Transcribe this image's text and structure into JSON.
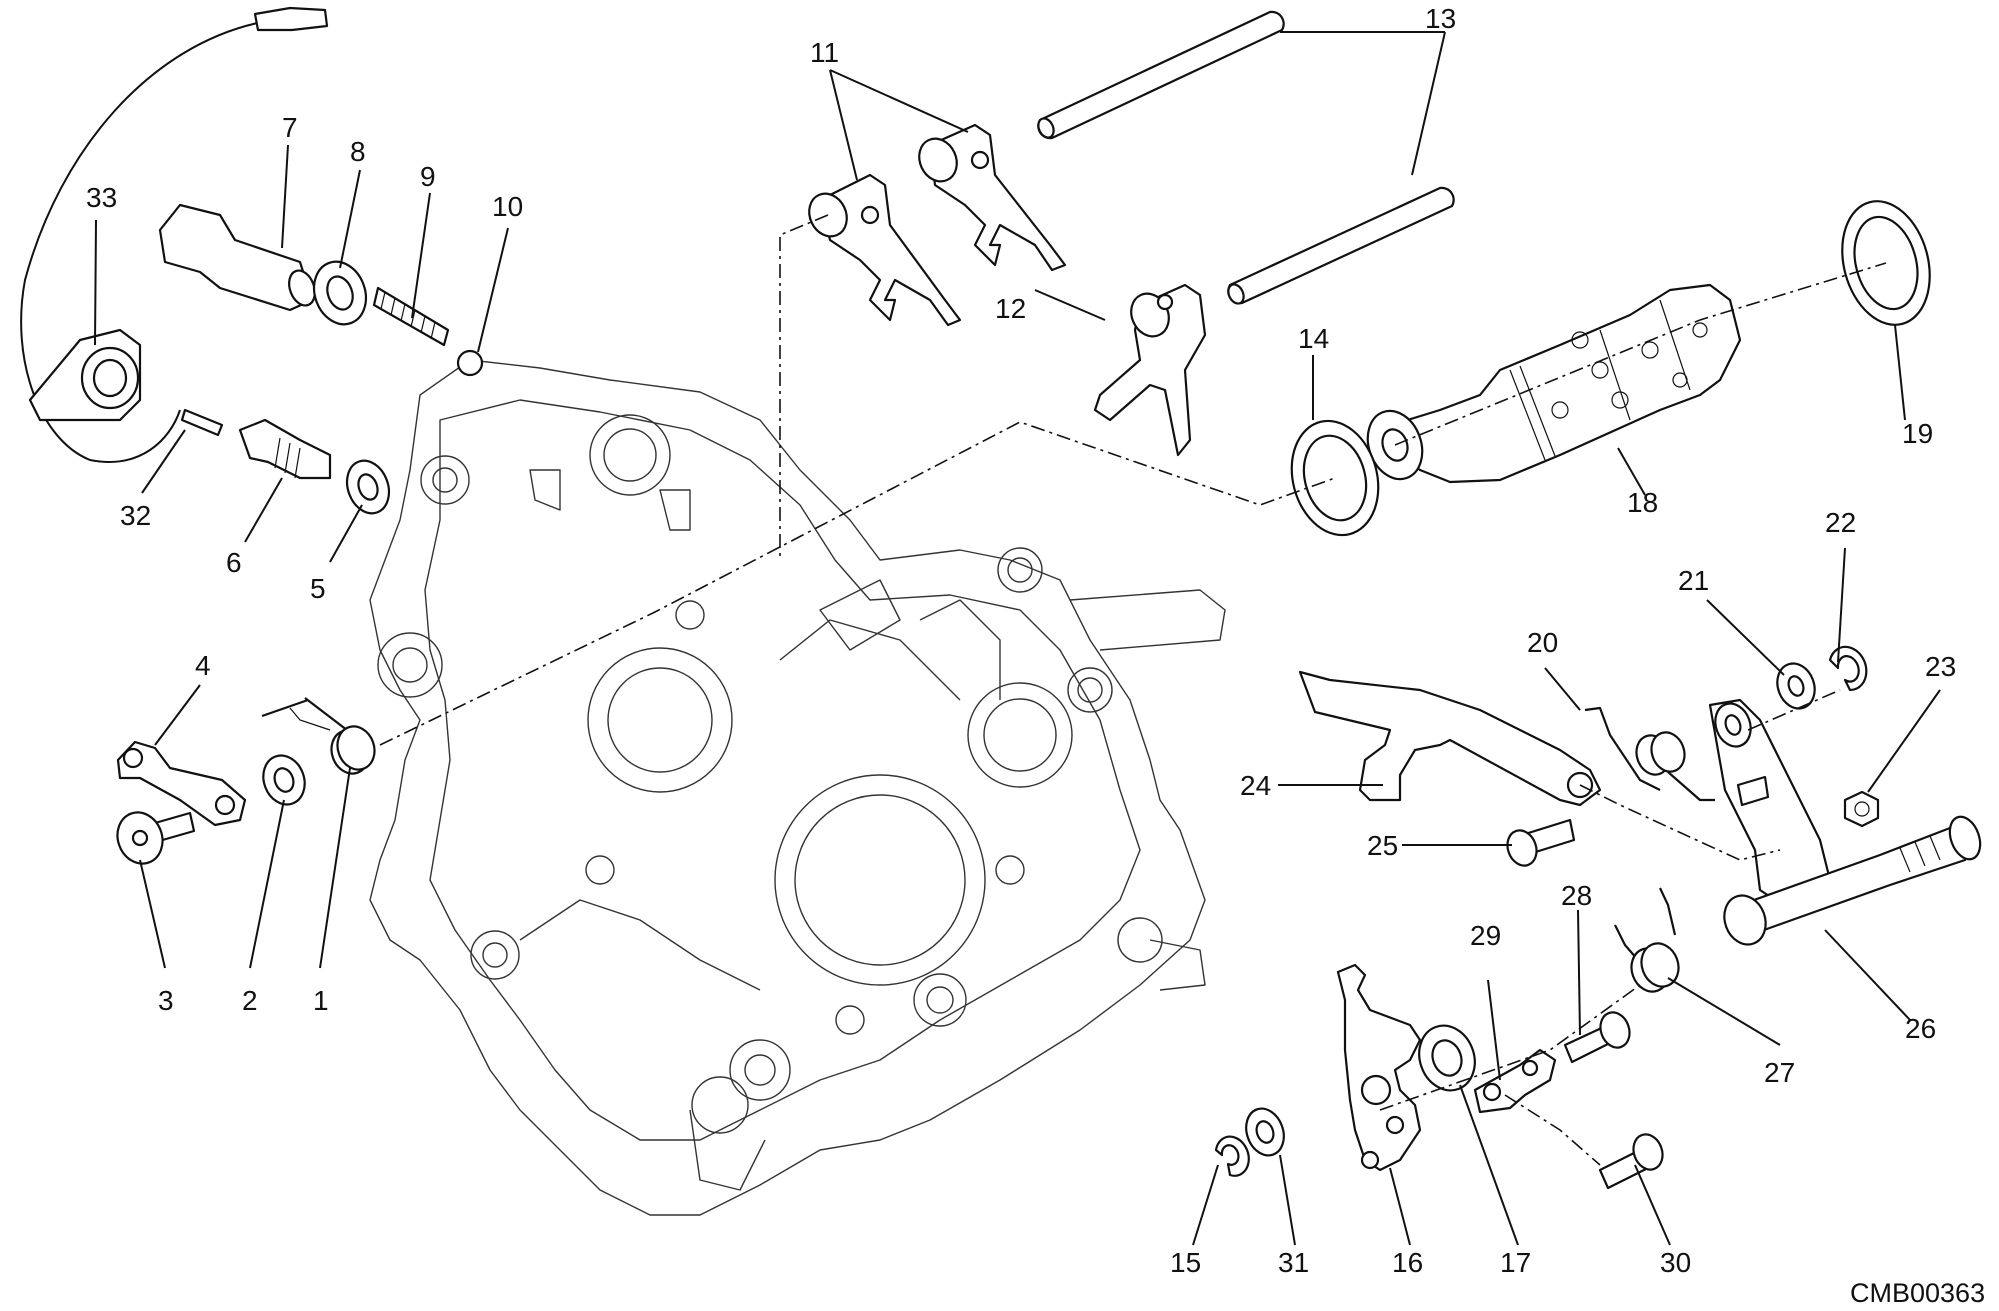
{
  "drawing_code": "CMB00363",
  "labels": {
    "l1": "1",
    "l2": "2",
    "l3": "3",
    "l4": "4",
    "l5": "5",
    "l6": "6",
    "l7": "7",
    "l8": "8",
    "l9": "9",
    "l10": "10",
    "l11": "11",
    "l12": "12",
    "l13": "13",
    "l14": "14",
    "l15": "15",
    "l16": "16",
    "l17": "17",
    "l18": "18",
    "l19": "19",
    "l20": "20",
    "l21": "21",
    "l22": "22",
    "l23": "23",
    "l24": "24",
    "l25": "25",
    "l26": "26",
    "l27": "27",
    "l28": "28",
    "l29": "29",
    "l30": "30",
    "l31": "31",
    "l32": "32",
    "l33": "33"
  }
}
